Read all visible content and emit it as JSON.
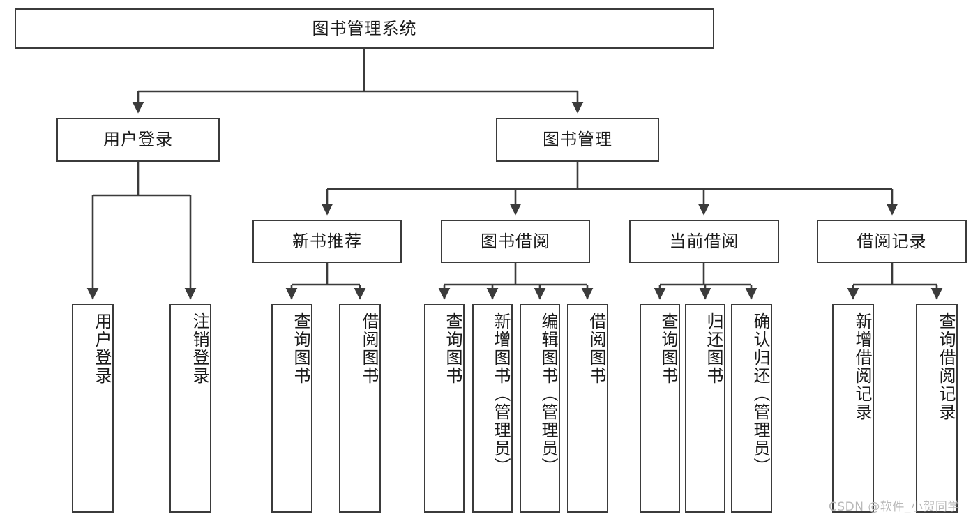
{
  "diagram": {
    "type": "tree",
    "title": "图书管理系统",
    "root": {
      "id": "root",
      "label": "图书管理系统"
    },
    "level2": [
      {
        "id": "user-login",
        "label": "用户登录"
      },
      {
        "id": "book-manage",
        "label": "图书管理"
      }
    ],
    "level3": [
      {
        "id": "new-book-rec",
        "label": "新书推荐",
        "parent": "book-manage"
      },
      {
        "id": "book-borrow",
        "label": "图书借阅",
        "parent": "book-manage"
      },
      {
        "id": "current-borrow",
        "label": "当前借阅",
        "parent": "book-manage"
      },
      {
        "id": "borrow-record",
        "label": "借阅记录",
        "parent": "book-manage"
      }
    ],
    "leaves": [
      {
        "id": "leaf-user-login",
        "label": "用户登录",
        "parent": "user-login"
      },
      {
        "id": "leaf-logout",
        "label": "注销登录",
        "parent": "user-login"
      },
      {
        "id": "leaf-query-book-1",
        "label": "查询图书",
        "parent": "new-book-rec"
      },
      {
        "id": "leaf-borrow-book-1",
        "label": "借阅图书",
        "parent": "new-book-rec"
      },
      {
        "id": "leaf-query-book-2",
        "label": "查询图书",
        "parent": "book-borrow"
      },
      {
        "id": "leaf-add-book",
        "label": "新增图书（管理员）",
        "parent": "book-borrow"
      },
      {
        "id": "leaf-edit-book",
        "label": "编辑图书（管理员）",
        "parent": "book-borrow"
      },
      {
        "id": "leaf-borrow-book-2",
        "label": "借阅图书",
        "parent": "book-borrow"
      },
      {
        "id": "leaf-query-book-3",
        "label": "查询图书",
        "parent": "current-borrow"
      },
      {
        "id": "leaf-return-book",
        "label": "归还图书",
        "parent": "current-borrow"
      },
      {
        "id": "leaf-confirm-return",
        "label": "确认归还（管理员）",
        "parent": "current-borrow"
      },
      {
        "id": "leaf-add-record",
        "label": "新增借阅记录",
        "parent": "borrow-record"
      },
      {
        "id": "leaf-query-record",
        "label": "查询借阅记录",
        "parent": "borrow-record"
      }
    ],
    "colors": {
      "box_border": "#3b3b3b",
      "box_fill": "#ffffff",
      "connector": "#3b3b3b",
      "text": "#1a1a1a",
      "watermark": "#b9b9b9"
    }
  },
  "watermark": {
    "text": "CSDN @软件_小贺同学"
  }
}
